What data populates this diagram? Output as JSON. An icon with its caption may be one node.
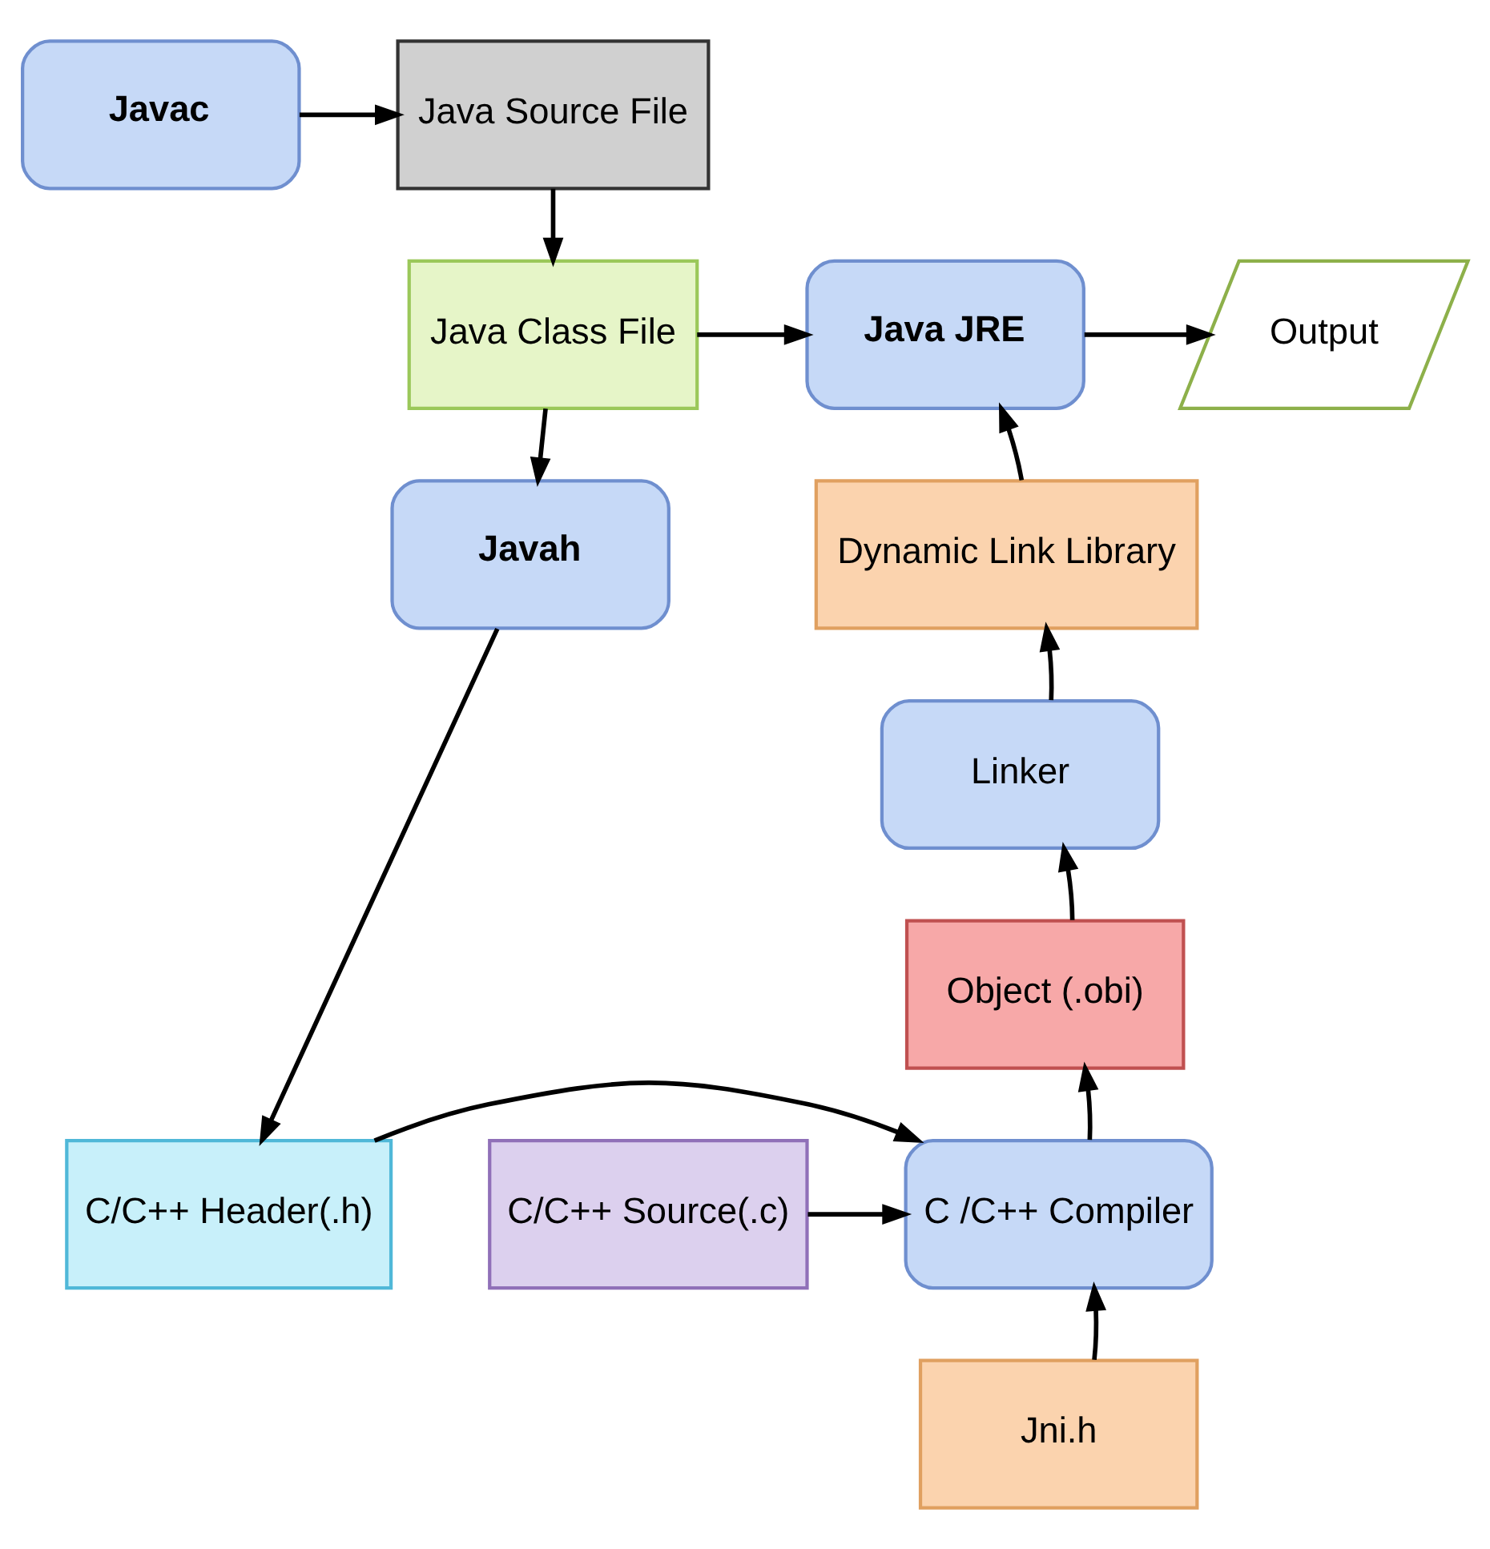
{
  "diagram": {
    "nodes": [
      {
        "text": [
          "Javac"
        ]
      },
      {
        "text": [
          "Java Source File"
        ]
      },
      {
        "text": [
          "Java Class File"
        ]
      },
      {
        "text": [
          "Java JRE"
        ]
      },
      {
        "text": [
          "Output"
        ]
      },
      {
        "text": [
          "Javah"
        ]
      },
      {
        "text": [
          "Dynamic Link Library"
        ]
      },
      {
        "text": [
          "Linker"
        ]
      },
      {
        "text": [
          "Object (.obi)"
        ]
      },
      {
        "text": [
          "C/C++ Header(.h)"
        ]
      },
      {
        "text": [
          "C /C++ Compiler"
        ]
      },
      {
        "text": [
          "C/C++ Source(.c)"
        ]
      },
      {
        "text": [
          "Jni.h"
        ]
      }
    ],
    "edges": [
      {
        "from": 0,
        "to": 1,
        "arrow": "to"
      },
      {
        "from": 1,
        "to": 2,
        "arrow": "to"
      },
      {
        "from": 2,
        "to": 3,
        "arrow": "to"
      },
      {
        "from": 3,
        "to": 4,
        "arrow": "to"
      },
      {
        "from": 2,
        "to": 5,
        "arrow": "to"
      },
      {
        "from": 5,
        "to": 9,
        "arrow": "to"
      },
      {
        "from": 9,
        "to": 10,
        "arrow": "to"
      },
      {
        "from": 11,
        "to": 10,
        "arrow": "to"
      },
      {
        "from": 12,
        "to": 10,
        "arrow": "to"
      },
      {
        "from": 10,
        "to": 8,
        "arrow": "to"
      },
      {
        "from": 8,
        "to": 7,
        "arrow": "to"
      },
      {
        "from": 7,
        "to": 6,
        "arrow": "to"
      },
      {
        "from": 6,
        "to": 3,
        "arrow": "to"
      }
    ]
  }
}
